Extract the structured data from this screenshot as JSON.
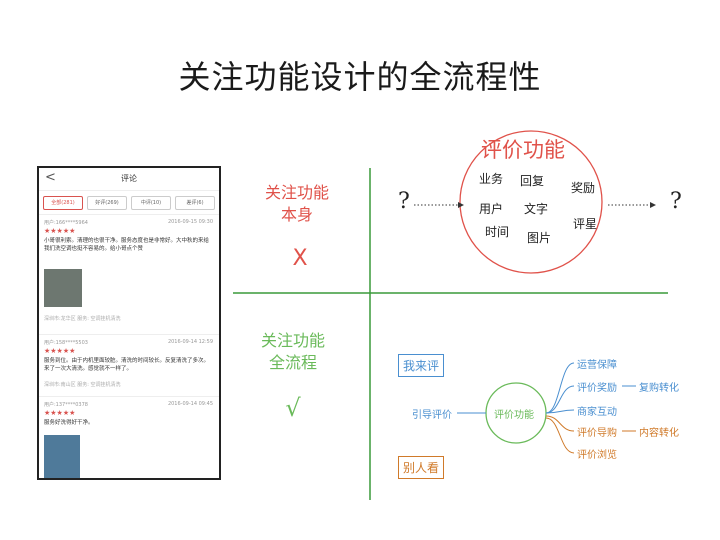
{
  "title": "关注功能设计的全流程性",
  "phone": {
    "back": "<",
    "title": "评论",
    "tabs": [
      "全部(281)",
      "好评(269)",
      "中评(10)",
      "差评(6)"
    ],
    "reviews": [
      {
        "user": "用户:166****5964",
        "date": "2016-09-15 09:30",
        "stars": "★★★★★",
        "text": "小哥很利索。清理的也很干净。服务态度也是非常好。大中秋的来给我们洗空调也挺不容易的。给小哥点个赞",
        "meta": "深圳市:龙华区  服务: 空调挂机清洗"
      },
      {
        "user": "用户:158****5503",
        "date": "2016-09-14 12:59",
        "stars": "★★★★★",
        "text": "服务到位。由于内机里面较脏。清洗的时间较长。反复清洗了多次。来了一次大清洗。感觉就不一样了。",
        "meta": "深圳市:南山区  服务: 空调挂机清洗"
      },
      {
        "user": "用户:137****0378",
        "date": "2016-09-14 09:45",
        "stars": "★★★★★",
        "text": "服务好洗得好干净。",
        "meta": ""
      }
    ]
  },
  "left_top_label": [
    "关注功能",
    "本身"
  ],
  "left_top_mark": "X",
  "left_bottom_label": [
    "关注功能",
    "全流程"
  ],
  "left_bottom_mark": "√",
  "circle": {
    "title": "评价功能",
    "words": [
      "业务",
      "回复",
      "奖励",
      "用户",
      "文字",
      "评星",
      "时间",
      "图片"
    ]
  },
  "question": "?",
  "flow": {
    "box_top": "我来评",
    "box_bottom": "别人看",
    "entry": "引导评价",
    "center": "评价功能",
    "branches_blue": [
      "运营保障",
      "评价奖励",
      "商家互动"
    ],
    "branch_blue_extra": "复购转化",
    "branches_orange": [
      "评价导购",
      "评价浏览"
    ],
    "branch_orange_extra": "内容转化"
  },
  "colors": {
    "red": "#e0524a",
    "green": "#6aba5a",
    "blue": "#4a8fd0",
    "orange": "#d07a2a"
  }
}
